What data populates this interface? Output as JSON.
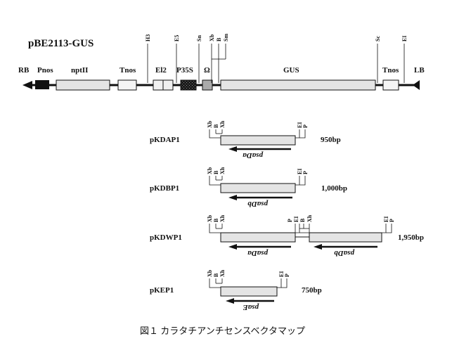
{
  "main_map": {
    "title": "pBE2113-GUS",
    "elements": {
      "rb": "RB",
      "pnos": "Pnos",
      "nptii": "nptII",
      "tnos1": "Tnos",
      "el2": "El2",
      "p35s": "P35S",
      "omega": "Ω",
      "gus": "GUS",
      "tnos2": "Tnos",
      "lb": "LB"
    },
    "sites": {
      "h3": "H3",
      "e5": "E5",
      "sn": "Sn",
      "xb": "Xb",
      "b": "B",
      "sm": "Sm",
      "sc": "Sc",
      "ei": "EI"
    }
  },
  "constructs": [
    {
      "name": "pKDAP1",
      "size": "950bp",
      "sites_left": [
        "Xb",
        "B",
        "Xh"
      ],
      "sites_right": [
        "EI",
        "P"
      ],
      "gene": "psaDa"
    },
    {
      "name": "pKDBP1",
      "size": "1,000bp",
      "sites_left": [
        "Xb",
        "B",
        "Xh"
      ],
      "sites_right": [
        "EI",
        "P"
      ],
      "gene": "psaDb"
    },
    {
      "name": "pKDWP1",
      "size": "1,950bp",
      "sites_left": [
        "Xb",
        "B",
        "Xh"
      ],
      "sites_mid": [
        "P",
        "EI",
        "B",
        "Xh"
      ],
      "sites_right": [
        "EI",
        "P"
      ],
      "gene1": "psaDa",
      "gene2": "psaDb"
    },
    {
      "name": "pKEP1",
      "size": "750bp",
      "sites_left": [
        "Xb",
        "B",
        "Xh"
      ],
      "sites_right": [
        "EI",
        "P"
      ],
      "gene": "psaE"
    }
  ],
  "caption": "図１ カラタチアンチセンスベクタマップ",
  "colors": {
    "box_fill": "#e4e4e4",
    "line": "#111111",
    "dark_box": "#222222"
  }
}
